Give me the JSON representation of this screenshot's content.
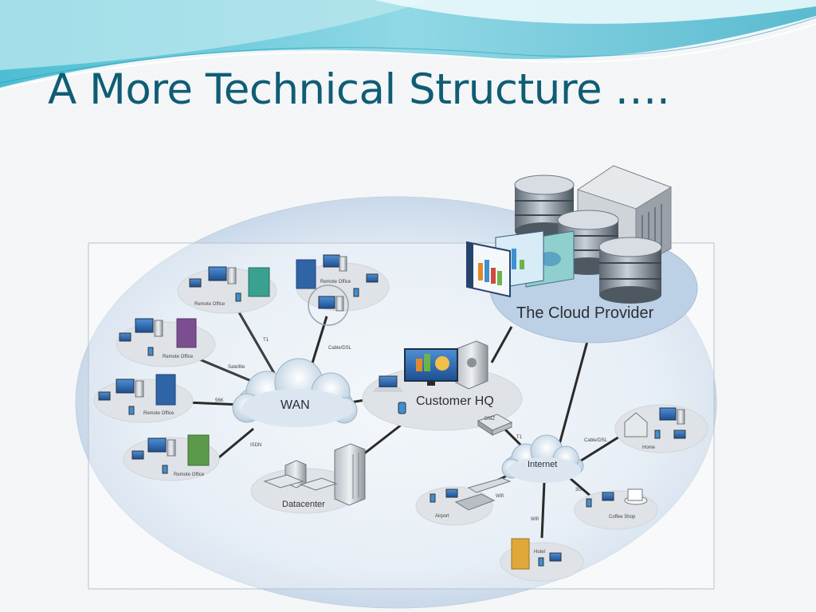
{
  "slide": {
    "title": "A More Technical Structure …."
  },
  "nodes": {
    "cloud_provider": "The Cloud Provider",
    "wan": "WAN",
    "customer_hq": "Customer HQ",
    "internet": "Internet",
    "datacenter": "Datacenter",
    "remote_office": "Remote Office",
    "home": "Home",
    "airport": "Airport",
    "coffee_shop": "Coffee Shop",
    "hotel": "Hotel",
    "dmz": "DMZ"
  },
  "links": {
    "t1": "T1",
    "satellite": "Satellite",
    "k56": "56K",
    "isdn": "ISDN",
    "cable_dsl": "Cable/DSL",
    "wifi": "Wifi",
    "g3": "3G"
  },
  "colors": {
    "title": "#0f5d74",
    "halo": "#d9e6f2",
    "cloud": "#c7d7e6",
    "node_pad": "#dfe3e8",
    "link": "#2a2a2a",
    "monitor": "#2f6fb6",
    "teal_building": "#3aa08f",
    "purple_building": "#7b4e8f",
    "green_building": "#5b9a4b",
    "blue_building": "#2f64a6"
  }
}
